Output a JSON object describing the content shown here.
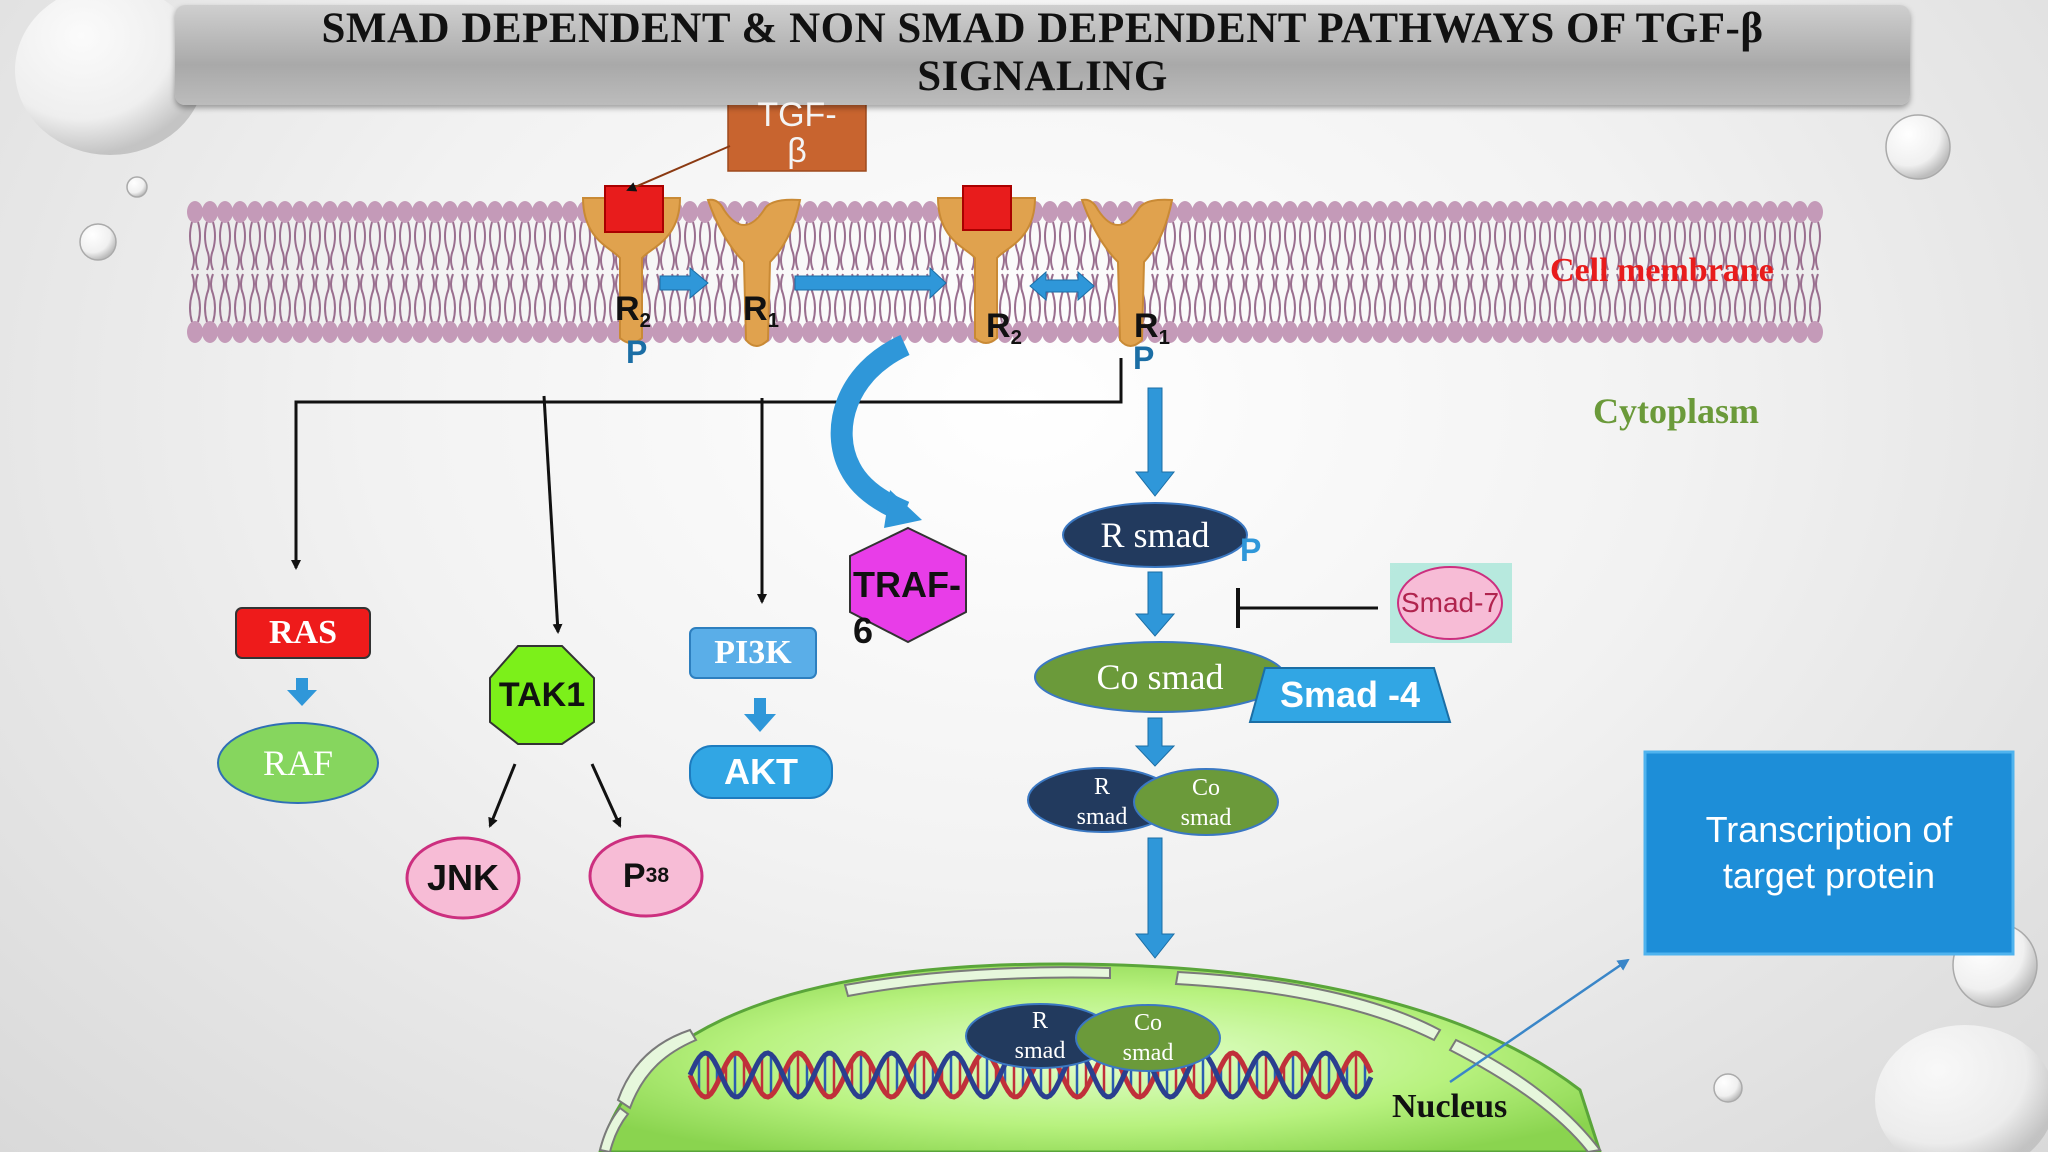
{
  "title": {
    "line1": "SMAD DEPENDENT & NON SMAD DEPENDENT PATHWAYS OF TGF-β",
    "line2": "SIGNALING"
  },
  "ligand": {
    "line1": "TGF-",
    "line2": "β"
  },
  "receptors": {
    "r2_label": "R",
    "r2_sub": "2",
    "r1_label": "R",
    "r1_sub": "1",
    "phospho": "P"
  },
  "regions": {
    "membrane": "Cell membrane",
    "cytoplasm": "Cytoplasm",
    "nucleus": "Nucleus"
  },
  "non_smad": {
    "ras": "RAS",
    "raf": "RAF",
    "tak1": "TAK1",
    "jnk": "JNK",
    "p38_base": "P",
    "p38_sup": "38",
    "pi3k": "PI3K",
    "akt": "AKT",
    "traf6_line1": "TRAF-",
    "traf6_line2": "6"
  },
  "smad": {
    "r_smad": "R smad",
    "r_smad_p": "P",
    "smad7": "Smad-7",
    "co_smad": "Co smad",
    "smad4": "Smad -4",
    "complex_r_line1": "R",
    "complex_r_line2": "smad",
    "complex_co_line1": "Co",
    "complex_co_line2": "smad"
  },
  "transcription": "Transcription of target protein",
  "colors": {
    "membrane_lipid": "#c49ab8",
    "receptor": "#e0a24e",
    "ligand_square": "#e81c1c",
    "arrow_blue": "#2f97d9",
    "ras": "#ee1b1b",
    "raf": "#86d65e",
    "tak1": "#7cf01a",
    "pink": "#f7bcd6",
    "pi3k": "#5aaee8",
    "traf6": "#e83de8",
    "r_smad": "#223a5e",
    "co_smad": "#6b9a3a",
    "smad4": "#31a6e4",
    "nucleus": "#b8f27f",
    "transcription_box": "#1d8ed8"
  }
}
